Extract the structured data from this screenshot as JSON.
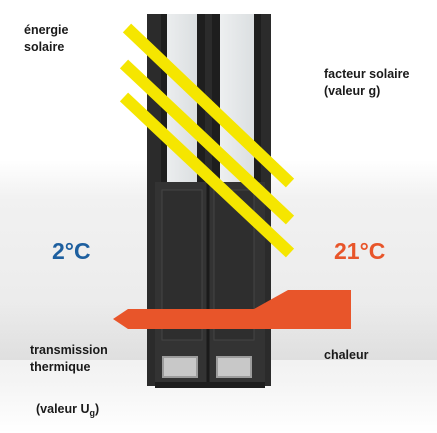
{
  "labels": {
    "solar_energy_line1": "énergie",
    "solar_energy_line2": "solaire",
    "solar_factor_line1": "facteur solaire",
    "solar_factor_line2": "(valeur g)",
    "outside_temp": "2°C",
    "inside_temp": "21°C",
    "heat": "chaleur",
    "thermal_line1": "transmission",
    "thermal_line2": "thermique",
    "u_value_prefix": "(valeur U",
    "u_value_sub": "g",
    "u_value_suffix": ")"
  },
  "colors": {
    "cold": "#1d5f9f",
    "warm": "#e8552a",
    "sun_ray": "#f5e600",
    "frame": "#2a2a2a"
  }
}
